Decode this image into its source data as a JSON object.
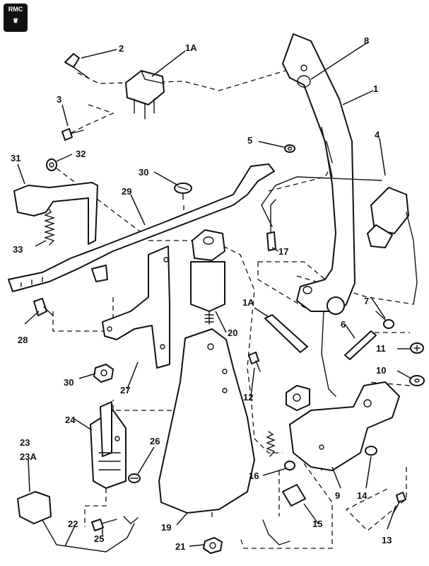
{
  "logo_text": "RMC",
  "callouts": [
    "1",
    "1A",
    "2",
    "3",
    "4",
    "5",
    "6",
    "7",
    "8",
    "9",
    "10",
    "11",
    "12",
    "13",
    "14",
    "15",
    "16",
    "17",
    "18",
    "19",
    "20",
    "21",
    "22",
    "23",
    "23A",
    "24",
    "25",
    "26",
    "27",
    "28",
    "29",
    "30",
    "30",
    "31",
    "32",
    "33"
  ]
}
